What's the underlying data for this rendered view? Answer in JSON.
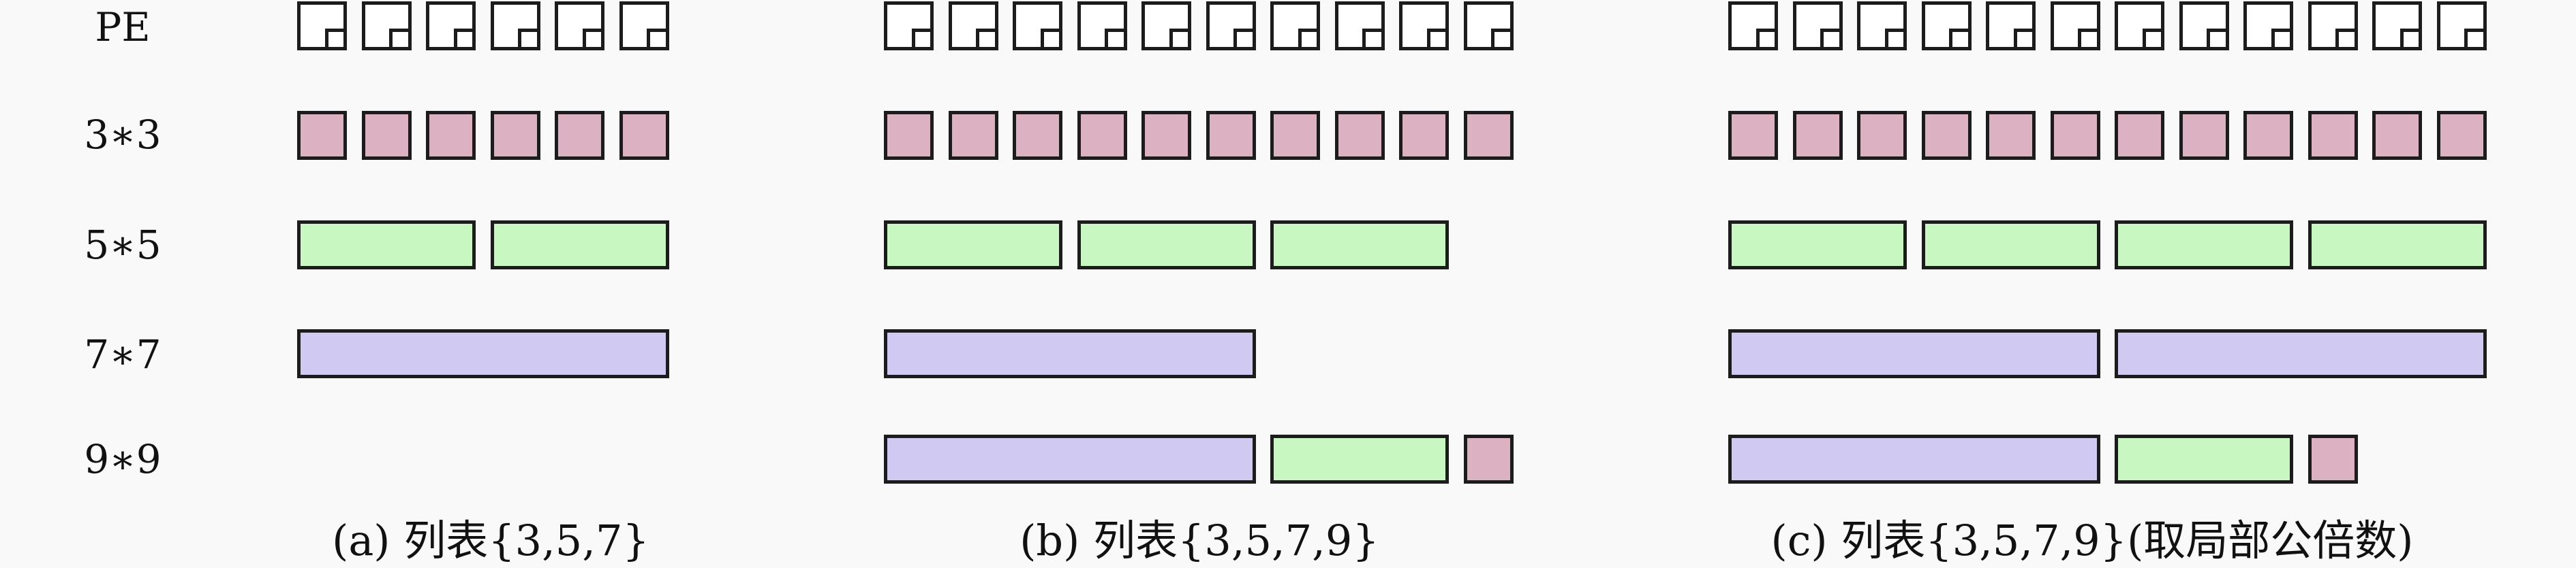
{
  "row_labels": [
    "PE",
    "3∗3",
    "5∗5",
    "7∗7",
    "9∗9"
  ],
  "colors": {
    "pe": "#ffffff",
    "k3": "#dcb1c2",
    "k5": "#c8f7c1",
    "k7": "#d0c9f1",
    "stroke": "#1c1c1c"
  },
  "panels": [
    {
      "caption": "(a) 列表{3,5,7}",
      "pe_count": 6,
      "rows": {
        "k3": [
          [
            "k3",
            1
          ],
          [
            "k3",
            1
          ],
          [
            "k3",
            1
          ],
          [
            "k3",
            1
          ],
          [
            "k3",
            1
          ],
          [
            "k3",
            1
          ]
        ],
        "k5": [
          [
            "k5",
            3
          ],
          [
            "k5",
            3
          ]
        ],
        "k7": [
          [
            "k7",
            6
          ]
        ],
        "k9": []
      }
    },
    {
      "caption": "(b) 列表{3,5,7,9}",
      "pe_count": 10,
      "rows": {
        "k3": [
          [
            "k3",
            1
          ],
          [
            "k3",
            1
          ],
          [
            "k3",
            1
          ],
          [
            "k3",
            1
          ],
          [
            "k3",
            1
          ],
          [
            "k3",
            1
          ],
          [
            "k3",
            1
          ],
          [
            "k3",
            1
          ],
          [
            "k3",
            1
          ],
          [
            "k3",
            1
          ]
        ],
        "k5": [
          [
            "k5",
            3
          ],
          [
            "k5",
            3
          ],
          [
            "k5",
            3
          ]
        ],
        "k7": [
          [
            "k7",
            6
          ]
        ],
        "k9": [
          [
            "k7",
            6
          ],
          [
            "k5",
            3
          ],
          [
            "k3",
            1
          ]
        ]
      }
    },
    {
      "caption": "(c) 列表{3,5,7,9}(取局部公倍数)",
      "pe_count": 12,
      "rows": {
        "k3": [
          [
            "k3",
            1
          ],
          [
            "k3",
            1
          ],
          [
            "k3",
            1
          ],
          [
            "k3",
            1
          ],
          [
            "k3",
            1
          ],
          [
            "k3",
            1
          ],
          [
            "k3",
            1
          ],
          [
            "k3",
            1
          ],
          [
            "k3",
            1
          ],
          [
            "k3",
            1
          ],
          [
            "k3",
            1
          ],
          [
            "k3",
            1
          ]
        ],
        "k5": [
          [
            "k5",
            3
          ],
          [
            "k5",
            3
          ],
          [
            "k5",
            3
          ],
          [
            "k5",
            3
          ]
        ],
        "k7": [
          [
            "k7",
            6
          ],
          [
            "k7",
            6
          ]
        ],
        "k9": [
          [
            "k7",
            6
          ],
          [
            "k5",
            3
          ],
          [
            "k3",
            1
          ]
        ]
      }
    }
  ]
}
